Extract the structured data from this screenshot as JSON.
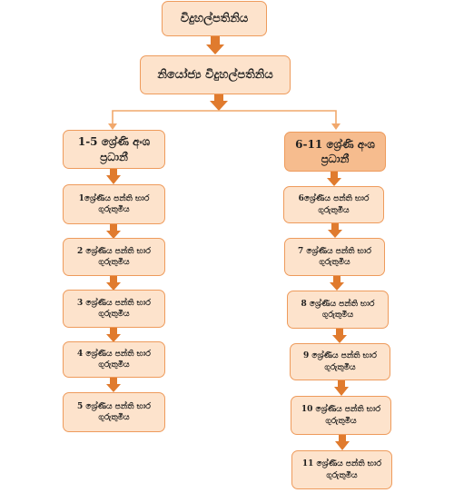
{
  "org_chart": {
    "principal": "විදුහල්පතිනිය",
    "deputy_principal": "නියෝජ්‍ය විදුහල්පතිනිය",
    "left_section": {
      "head": "1-5 ශ්‍රේණි අංශ\nප්‍රධානී",
      "grades": [
        "1ශ්‍රේණිය පන්ති භාර\nගුරුතුමිය",
        "2 ශ්‍රේණිය පන්ති භාර\nගුරුතුමිය",
        "3 ශ්‍රේණිය පන්ති භාර\nගුරුතුමිය",
        "4 ශ්‍රේණිය පන්ති භාර\nගුරුතුමිය",
        "5 ශ්‍රේණිය පන්ති භාර\nගුරුතුමිය"
      ]
    },
    "right_section": {
      "head": "6-11 ශ්‍රේණි අංශ\nප්‍රධානී",
      "grades": [
        "6ශ්‍රේණිය පන්ති භාර\nගුරුතුමිය",
        "7 ශ්‍රේණිය පන්ති භාර\nගුරුතුමිය",
        "8 ශ්‍රේණිය පන්ති භාර\nගුරුතුමිය",
        "9 ශ්‍රේණිය පන්ති භාර\nගුරුතුමිය",
        "10 ශ්‍රේණිය පන්ති භාර\nගුරුතුමිය",
        "11 ශ්‍රේණිය පන්ති භාර\nගුරුතුමිය"
      ]
    }
  },
  "colors": {
    "box_fill": "#fde3cc",
    "box_border": "#ee9b5c",
    "head_fill_right": "#f6bc8e",
    "arrow": "#e07b2e",
    "connector_line": "#f1a86c"
  }
}
